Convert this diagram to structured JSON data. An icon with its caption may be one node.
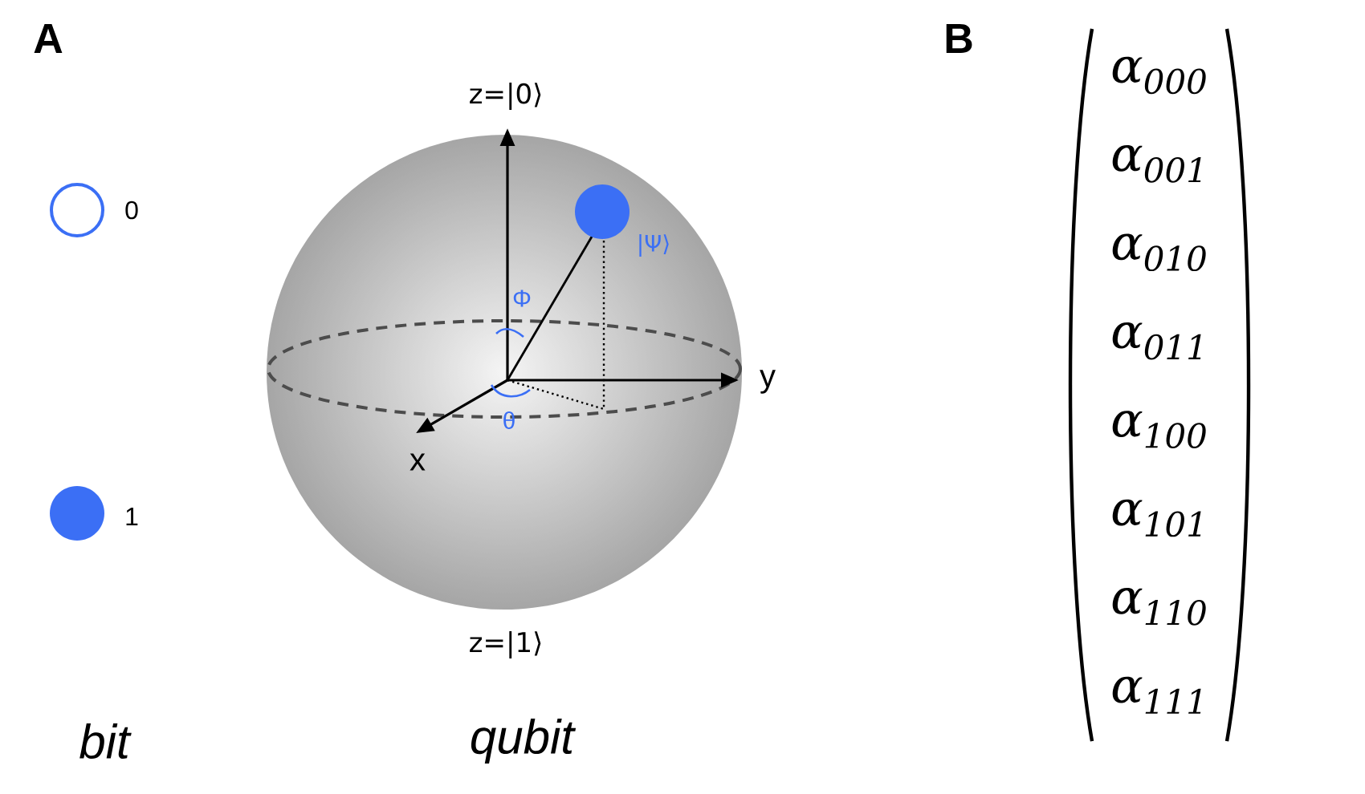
{
  "diagram": {
    "labels": [
      "A",
      "0",
      "1",
      "bit",
      "z=|0⟩",
      "|Ψ⟩",
      "Φ",
      "θ",
      "y",
      "x",
      "z=|1⟩",
      "qubit",
      "B",
      "α$_{000}$",
      "α$_{001}$",
      "α$_{010}$",
      "α$_{011}$",
      "α$_{100}$",
      "α$_{101}$",
      "α$_{110}$",
      "α$_{111}$"
    ]
  }
}
